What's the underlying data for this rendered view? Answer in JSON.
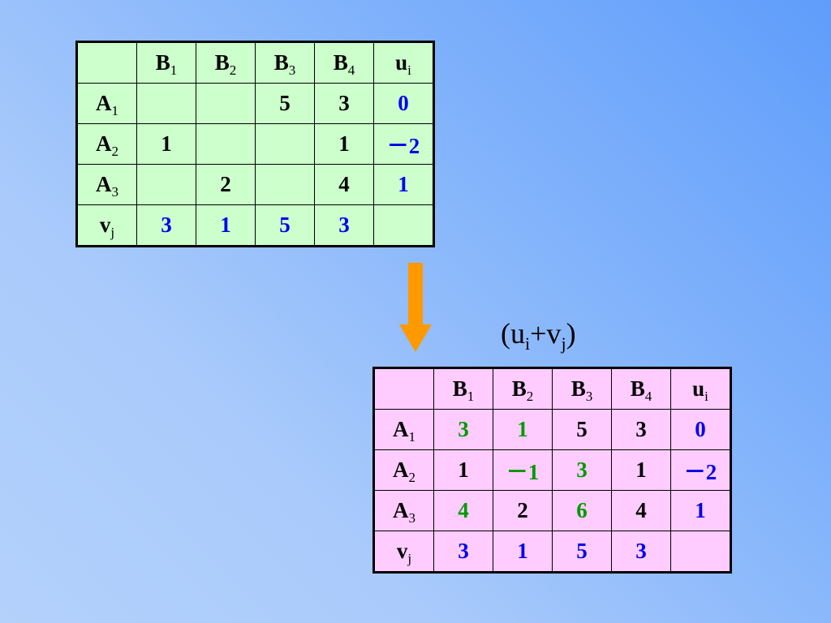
{
  "top_table": {
    "col_headers": [
      {
        "base": "B",
        "sub": "1"
      },
      {
        "base": "B",
        "sub": "2"
      },
      {
        "base": "B",
        "sub": "3"
      },
      {
        "base": "B",
        "sub": "4"
      },
      {
        "base": "u",
        "sub": "i"
      }
    ],
    "rows": [
      {
        "label": {
          "base": "A",
          "sub": "1"
        },
        "cells": [
          "",
          "",
          "5",
          "3"
        ],
        "u": "0"
      },
      {
        "label": {
          "base": "A",
          "sub": "2"
        },
        "cells": [
          "1",
          "",
          "",
          "1"
        ],
        "u": "－2"
      },
      {
        "label": {
          "base": "A",
          "sub": "3"
        },
        "cells": [
          "",
          "2",
          "",
          "4"
        ],
        "u": "1"
      }
    ],
    "v_row": {
      "label": {
        "base": "v",
        "sub": "j"
      },
      "values": [
        "3",
        "1",
        "5",
        "3"
      ]
    }
  },
  "formula": {
    "open": "(u",
    "sub1": "i",
    "mid": "+v",
    "sub2": "j",
    "close": ")"
  },
  "bottom_table": {
    "col_headers": [
      {
        "base": "B",
        "sub": "1"
      },
      {
        "base": "B",
        "sub": "2"
      },
      {
        "base": "B",
        "sub": "3"
      },
      {
        "base": "B",
        "sub": "4"
      },
      {
        "base": "u",
        "sub": "i"
      }
    ],
    "rows": [
      {
        "label": {
          "base": "A",
          "sub": "1"
        },
        "cells": [
          "3",
          "1",
          "5",
          "3"
        ],
        "cell_colors": [
          "green",
          "green",
          "black",
          "black"
        ],
        "u": "0"
      },
      {
        "label": {
          "base": "A",
          "sub": "2"
        },
        "cells": [
          "1",
          "－1",
          "3",
          "1"
        ],
        "cell_colors": [
          "black",
          "green",
          "green",
          "black"
        ],
        "u": "－2"
      },
      {
        "label": {
          "base": "A",
          "sub": "3"
        },
        "cells": [
          "4",
          "2",
          "6",
          "4"
        ],
        "cell_colors": [
          "green",
          "black",
          "green",
          "black"
        ],
        "u": "1"
      }
    ],
    "v_row": {
      "label": {
        "base": "v",
        "sub": "j"
      },
      "values": [
        "3",
        "1",
        "5",
        "3"
      ]
    }
  },
  "colors": {
    "top_table_bg": "#ccffcc",
    "bottom_table_bg": "#ffccff",
    "potential_blue": "#0000ee",
    "computed_green": "#009900",
    "arrow_orange": "#ff9900"
  }
}
